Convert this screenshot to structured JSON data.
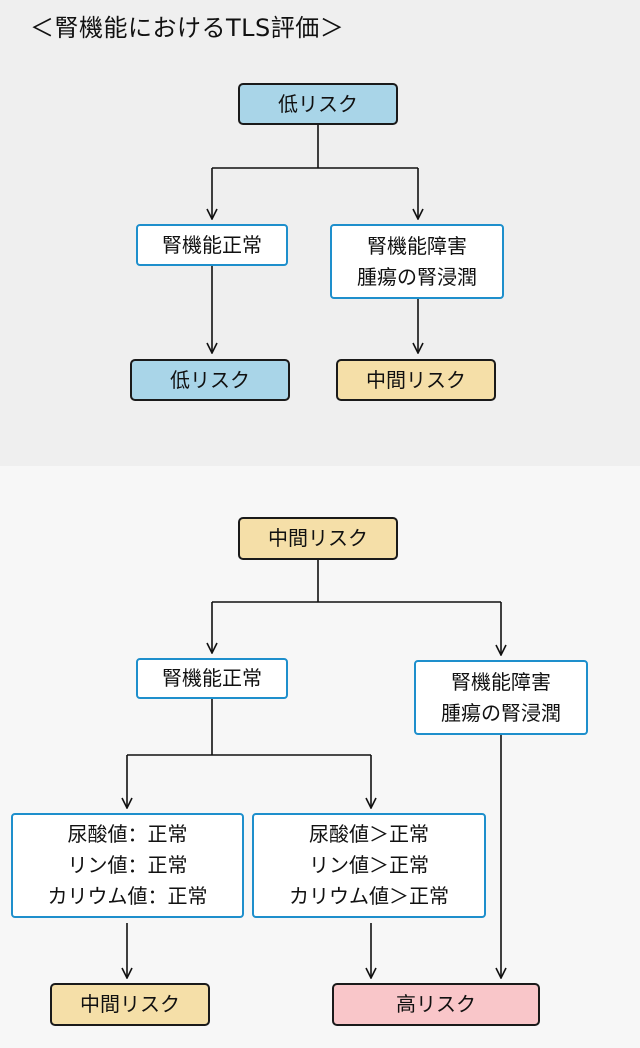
{
  "title": "＜腎機能におけるTLS評価＞",
  "top": {
    "root": "低リスク",
    "normal": "腎機能正常",
    "impaired": [
      "腎機能障害",
      "腫瘍の腎浸潤"
    ],
    "normal_result": "低リスク",
    "impaired_result": "中間リスク"
  },
  "bottom": {
    "root": "中間リスク",
    "normal": "腎機能正常",
    "impaired": [
      "腎機能障害",
      "腫瘍の腎浸潤"
    ],
    "labs_normal": [
      "尿酸値：正常",
      "リン値：正常",
      "カリウム値：正常"
    ],
    "labs_high": [
      "尿酸値＞正常",
      "リン値＞正常",
      "カリウム値＞正常"
    ],
    "labs_normal_result": "中間リスク",
    "high_result": "高リスク"
  },
  "colors": {
    "outline_border": "#1e8fcc",
    "low_risk": "#a9d5e8",
    "intermediate_risk": "#f5dfa8",
    "high_risk": "#f9c6c9"
  }
}
